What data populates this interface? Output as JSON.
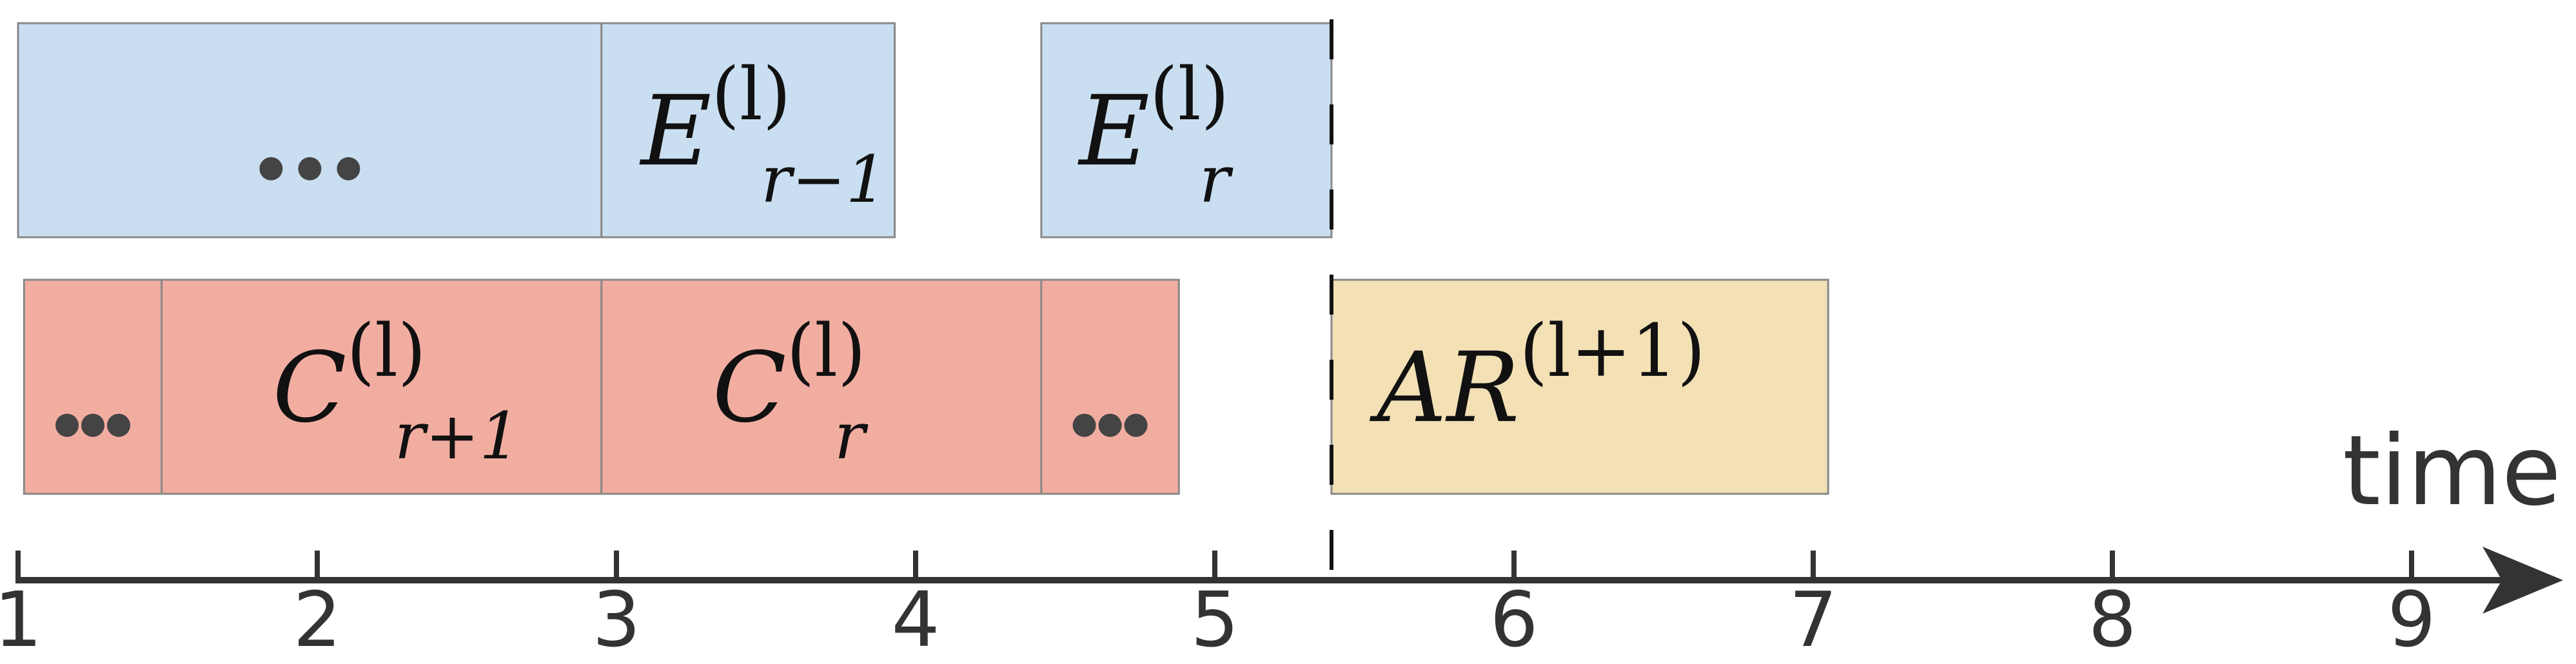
{
  "colors": {
    "e_block": "#c9dff1",
    "c_block": "#f2ada1",
    "ar_block": "#f3e0b5",
    "border": "#888888",
    "axis": "#333333",
    "dots": "#444444"
  },
  "axis": {
    "ticks": [
      "1",
      "2",
      "3",
      "4",
      "5",
      "6",
      "7",
      "8",
      "9"
    ],
    "title": "time"
  },
  "rows": {
    "top": {
      "blocks": [
        {
          "id": "e-ellipsis",
          "kind": "ellipsis",
          "start": 1.0,
          "end": 2.95
        },
        {
          "id": "e-r-1",
          "kind": "label",
          "base": "E",
          "sup": "(l)",
          "sub": "r−1",
          "start": 2.95,
          "end": 3.93
        },
        {
          "id": "e-r",
          "kind": "label",
          "base": "E",
          "sup": "(l)",
          "sub": "r",
          "start": 4.42,
          "end": 5.39
        }
      ]
    },
    "bottom": {
      "blocks": [
        {
          "id": "c-ellipsis-left",
          "kind": "ellipsis",
          "start": 1.02,
          "end": 1.48
        },
        {
          "id": "c-r+1",
          "kind": "label",
          "base": "C",
          "sup": "(l)",
          "sub": "r+1",
          "start": 1.48,
          "end": 2.95
        },
        {
          "id": "c-r",
          "kind": "label",
          "base": "C",
          "sup": "(l)",
          "sub": "r",
          "start": 2.95,
          "end": 4.42
        },
        {
          "id": "c-ellipsis-right",
          "kind": "ellipsis",
          "start": 4.42,
          "end": 4.88
        },
        {
          "id": "ar",
          "kind": "label",
          "base": "AR",
          "sup": "(l+1)",
          "sub": "",
          "start": 5.39,
          "end": 7.05
        }
      ]
    }
  },
  "marker_time": 5.39
}
